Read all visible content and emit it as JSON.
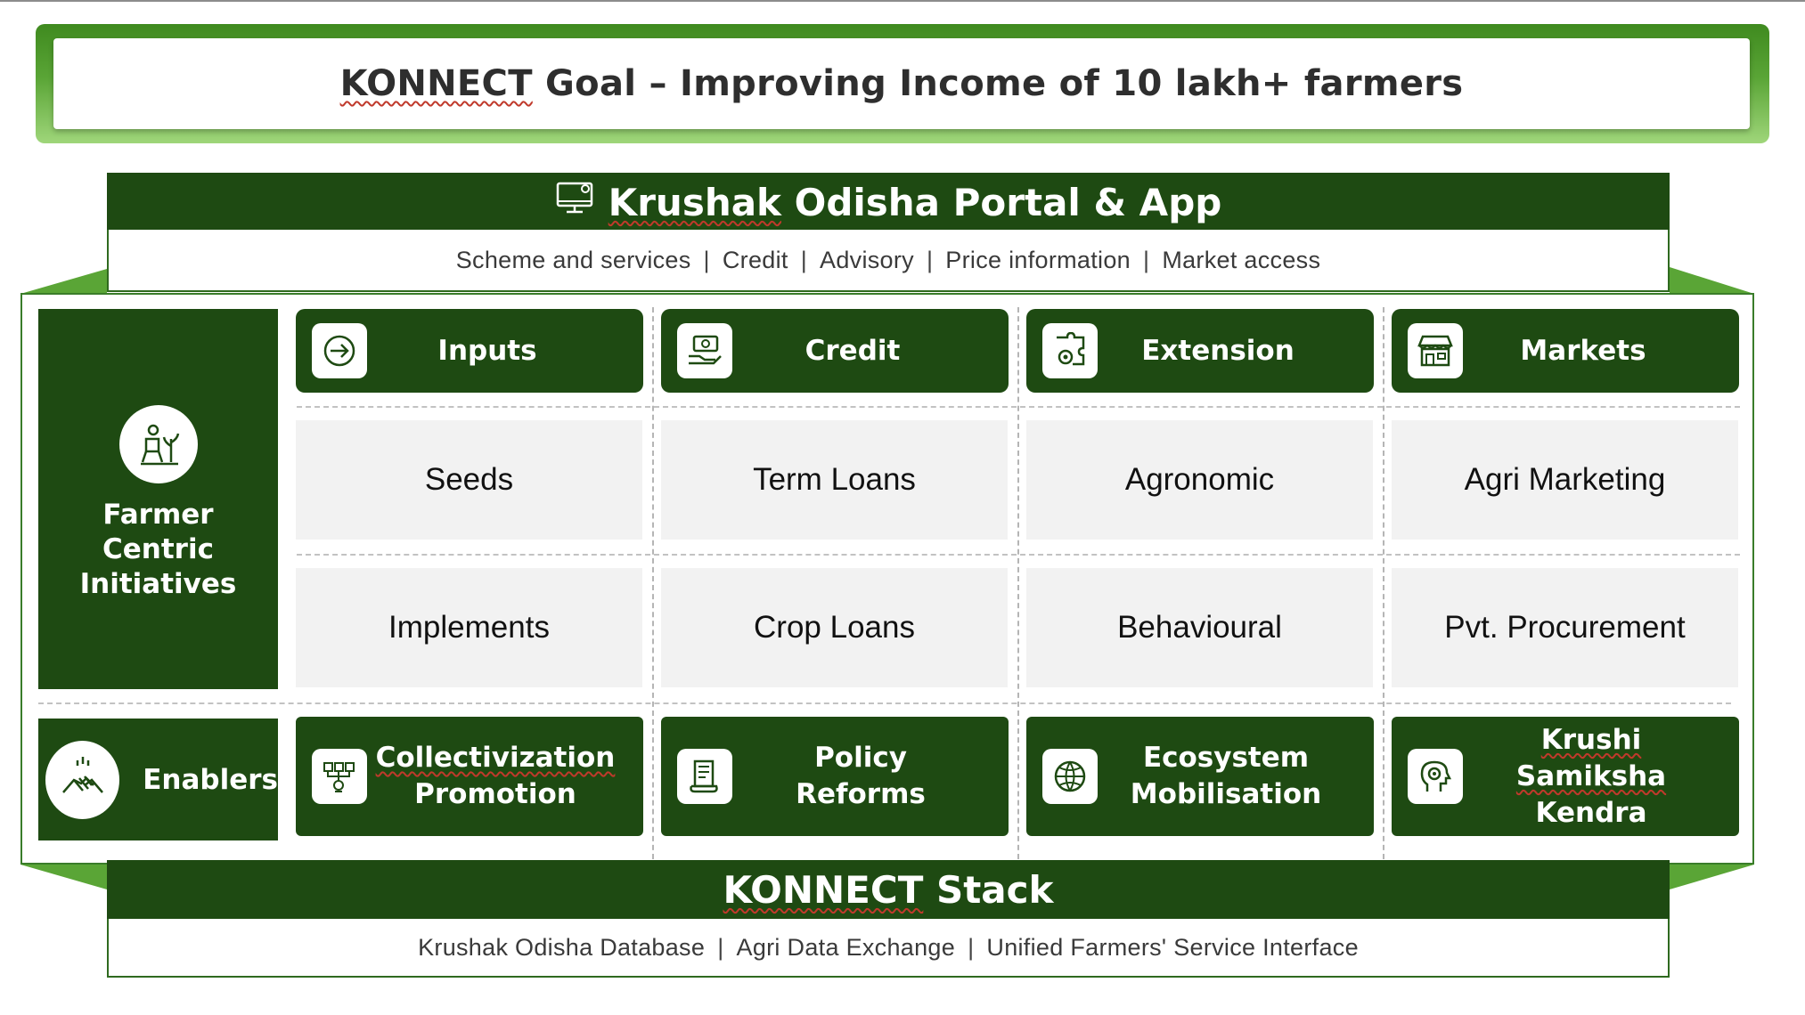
{
  "goal": {
    "prefix": "KONNECT",
    "rest": " Goal – Improving Income of 10 lakh+ farmers"
  },
  "portal": {
    "title": "Krushak Odisha Portal & App",
    "title_first": "Krushak",
    "title_rest": " Odisha Portal & App",
    "icon": "computer-monitor-icon",
    "services": [
      "Scheme and services",
      "Credit",
      "Advisory",
      "Price information",
      "Market access"
    ]
  },
  "farmer_centric": {
    "label_lines": [
      "Farmer",
      "Centric",
      "Initiatives"
    ],
    "icon": "farmer-icon"
  },
  "pillars": [
    {
      "label": "Inputs",
      "icon": "arrow-in-circle-icon",
      "items": [
        "Seeds",
        "Implements"
      ]
    },
    {
      "label": "Credit",
      "icon": "money-hand-icon",
      "items": [
        "Term Loans",
        "Crop Loans"
      ]
    },
    {
      "label": "Extension",
      "icon": "puzzle-gear-icon",
      "items": [
        "Agronomic",
        "Behavioural"
      ]
    },
    {
      "label": "Markets",
      "icon": "storefront-icon",
      "items": [
        "Agri Marketing",
        "Pvt. Procurement"
      ]
    }
  ],
  "enablers": {
    "label": "Enablers",
    "icon": "handshake-icon",
    "items": [
      {
        "lines": [
          "Collectivization",
          "Promotion"
        ],
        "icon": "network-icon"
      },
      {
        "lines": [
          "Policy",
          "Reforms"
        ],
        "icon": "document-scroll-icon"
      },
      {
        "lines": [
          "Ecosystem",
          "Mobilisation"
        ],
        "icon": "globe-icon"
      },
      {
        "lines": [
          "Krushi Samiksha",
          "Kendra"
        ],
        "icon": "head-gear-icon"
      }
    ]
  },
  "stack": {
    "title": "KONNECT Stack",
    "title_first": "KONNECT",
    "title_rest": " Stack",
    "items": [
      "Krushak Odisha Database",
      "Agri Data Exchange",
      "Unified Farmers' Service Interface"
    ]
  },
  "colors": {
    "dark_green": "#1e4a12",
    "bright_green": "#5aa536",
    "cell_grey": "#f2f2f2"
  }
}
